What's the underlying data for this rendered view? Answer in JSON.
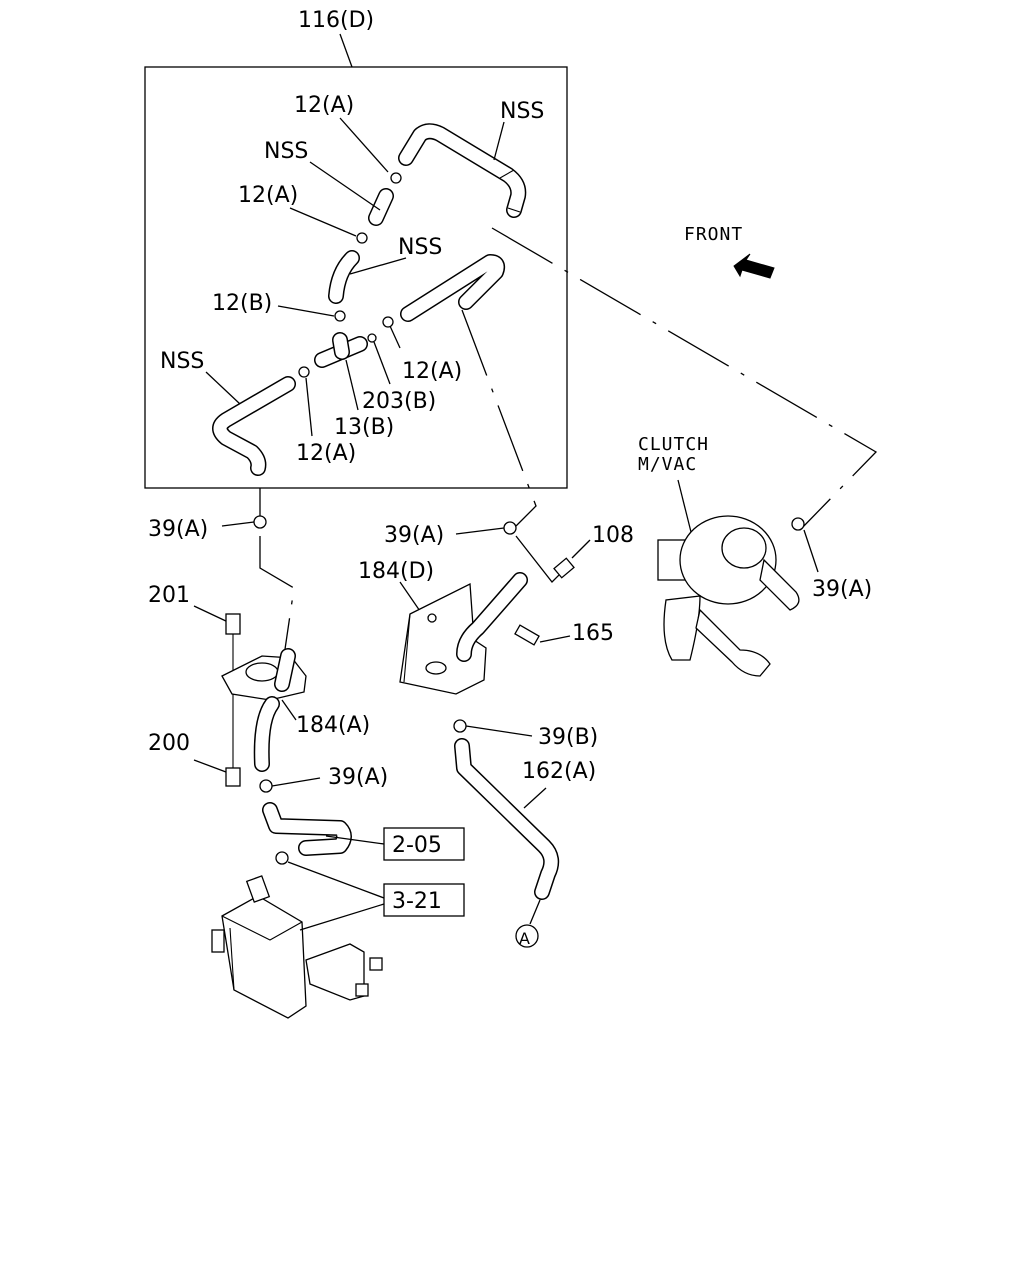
{
  "group_label": "116(D)",
  "direction_label": "FRONT",
  "component_label": [
    "CLUTCH",
    "M/VAC"
  ],
  "callouts": {
    "nss_1": "NSS",
    "nss_2": "NSS",
    "nss_3": "NSS",
    "nss_4": "NSS",
    "c12a_1": "12(A)",
    "c12a_2": "12(A)",
    "c12a_3": "12(A)",
    "c12a_4": "12(A)",
    "c12b": "12(B)",
    "c203b": "203(B)",
    "c13b": "13(B)",
    "c39a_1": "39(A)",
    "c39a_2": "39(A)",
    "c39a_3": "39(A)",
    "c39a_4": "39(A)",
    "c39b": "39(B)",
    "c201": "201",
    "c200": "200",
    "c184a": "184(A)",
    "c184d": "184(D)",
    "c108": "108",
    "c165": "165",
    "c162a": "162(A)",
    "circle_a": "A"
  },
  "references": {
    "ref_205": "2-05",
    "ref_321": "3-21"
  }
}
